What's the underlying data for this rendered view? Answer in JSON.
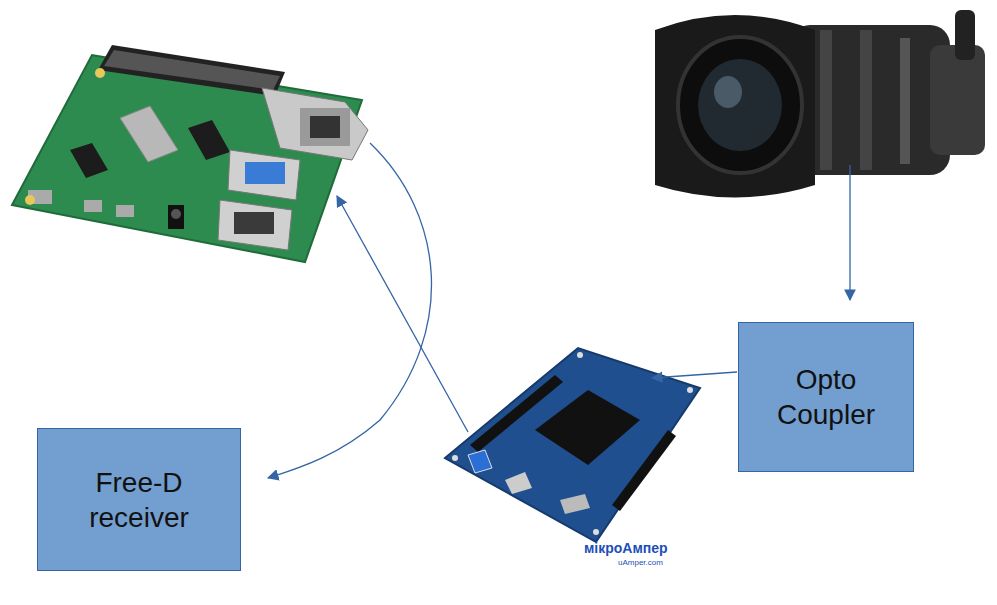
{
  "diagram": {
    "nodes": [
      {
        "text": [
          "Opto Coupler"
        ]
      },
      {
        "text": [
          "Free-D receiver"
        ]
      }
    ],
    "labels": [
      "мікроАмпер",
      "uAmper.com"
    ]
  }
}
